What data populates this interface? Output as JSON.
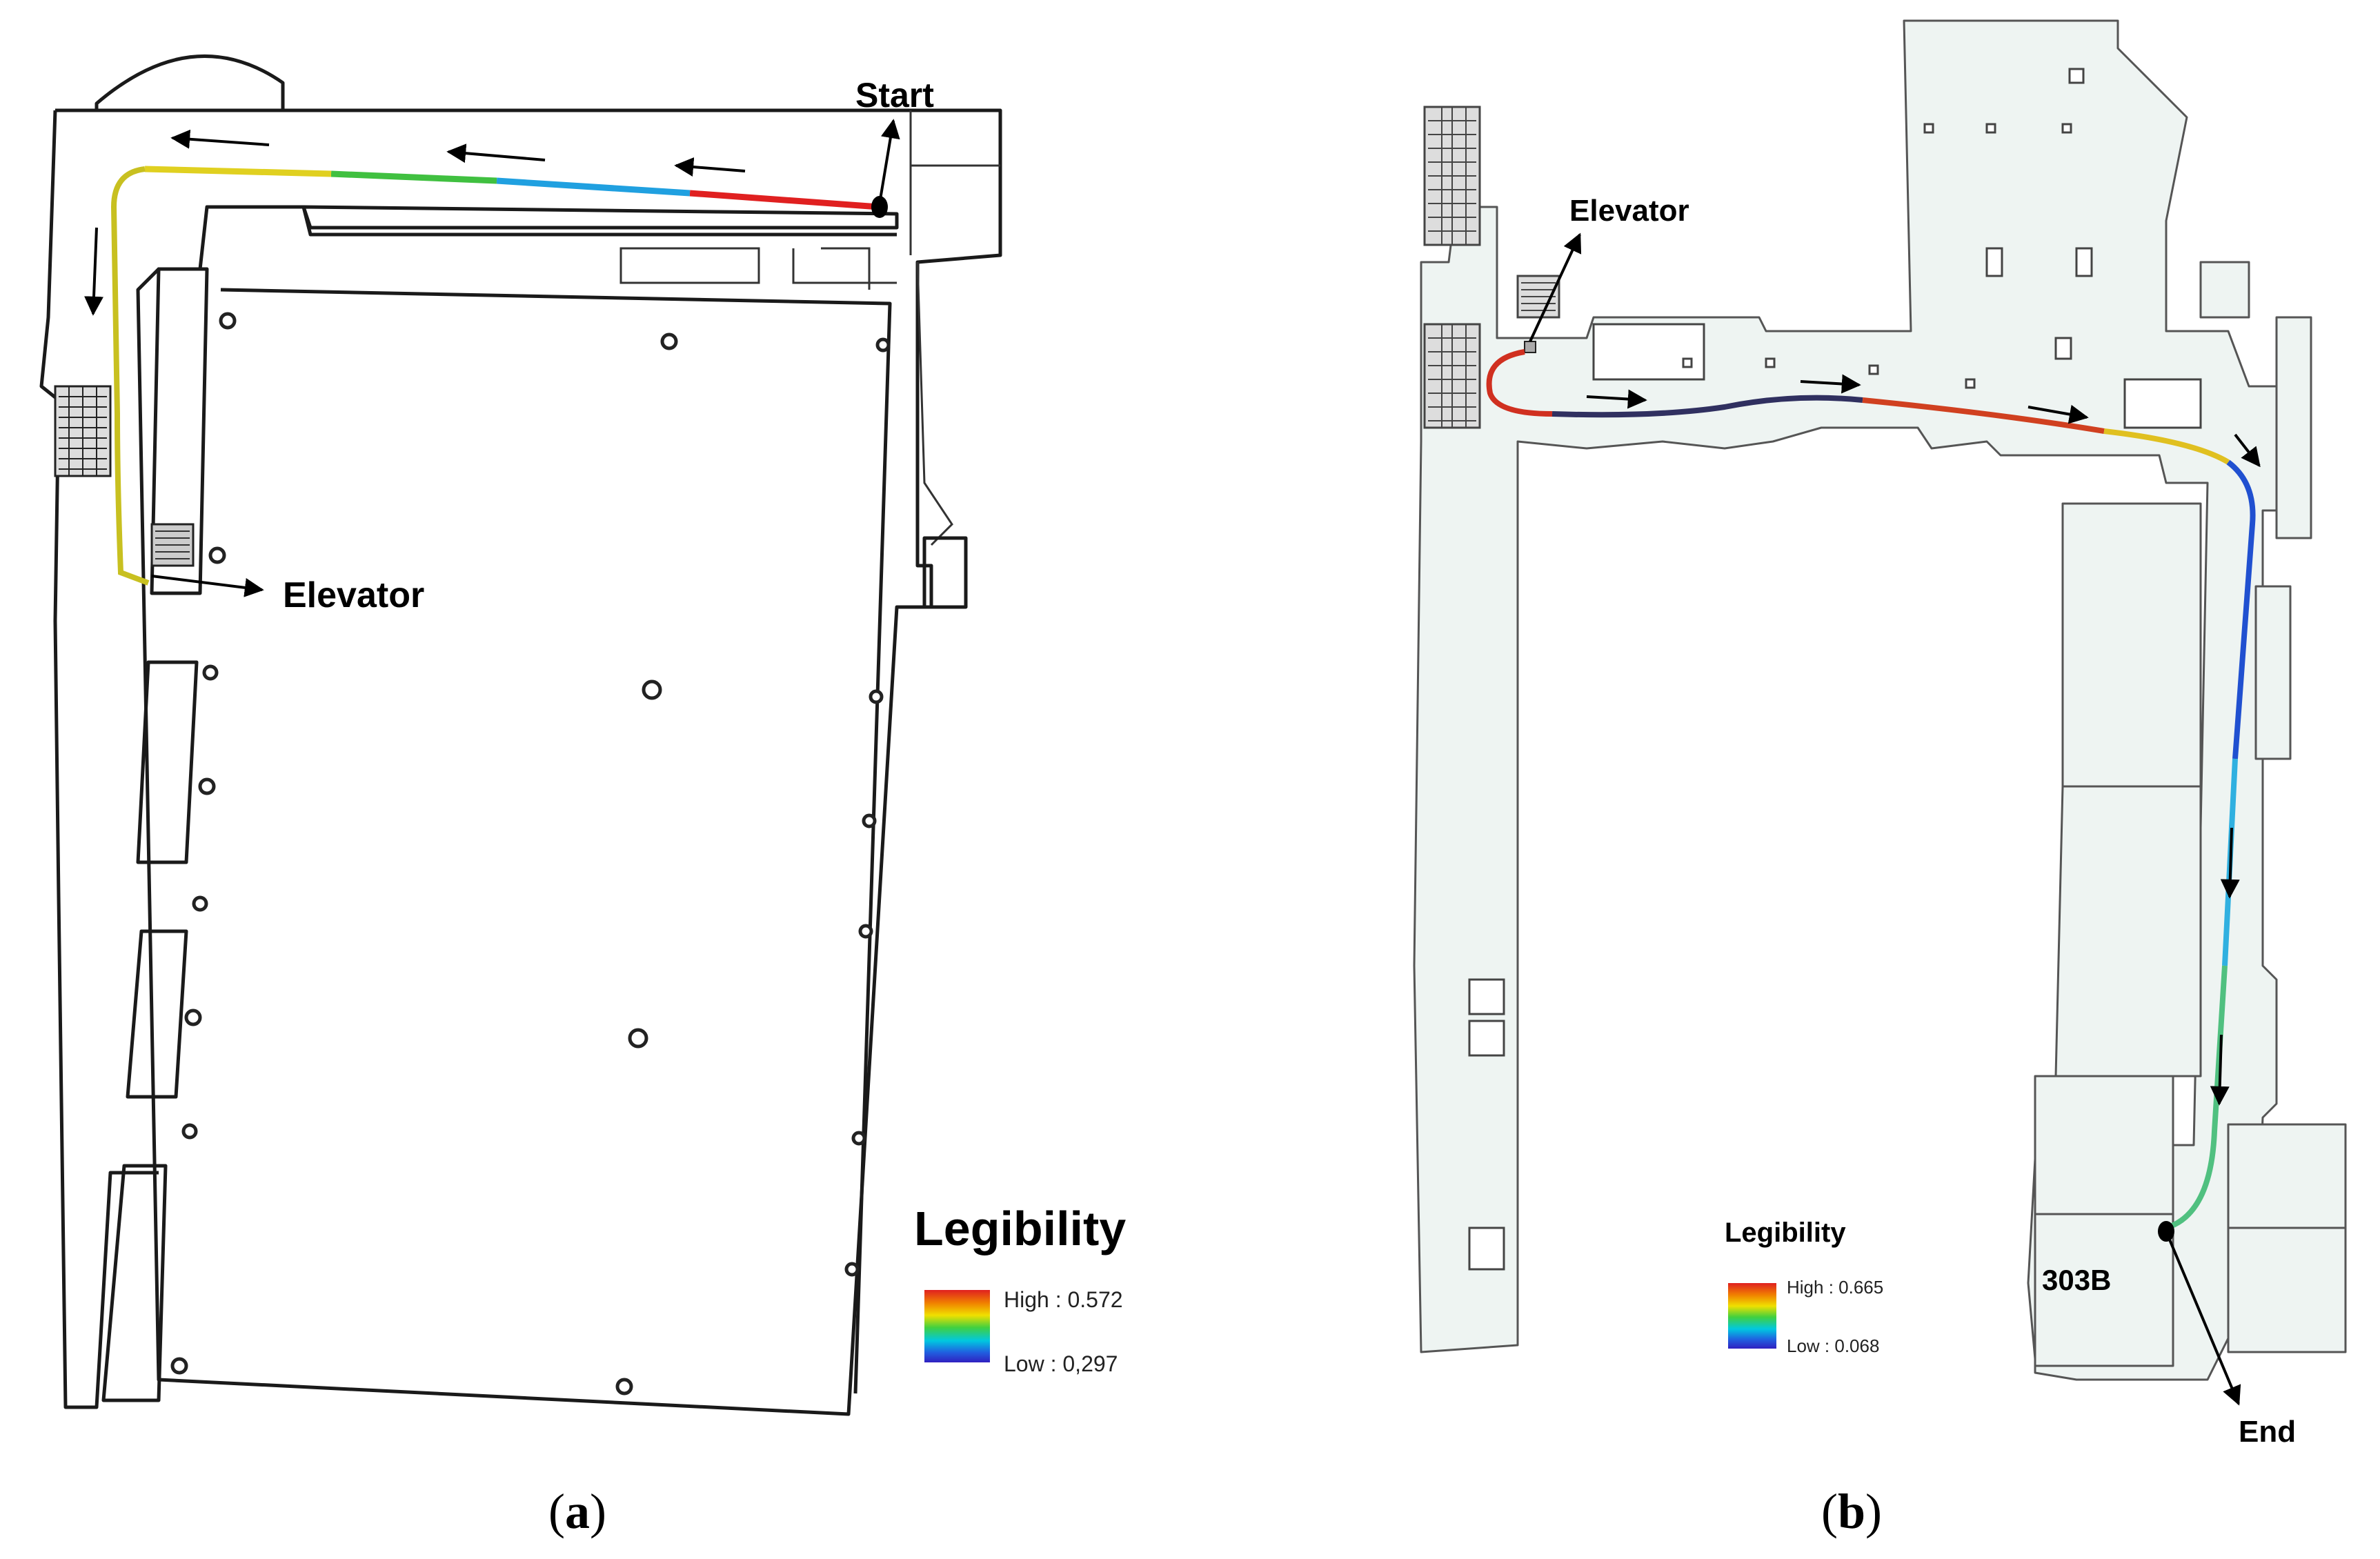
{
  "panel_a": {
    "start_label": "Start",
    "elevator_label": "Elevator",
    "legend": {
      "title": "Legibility",
      "high_label": "High : 0.572",
      "low_label": "Low : 0,297",
      "high": 0.572,
      "low": 0.297,
      "colors": [
        "#e02020",
        "#f0a000",
        "#f0f000",
        "#40d040",
        "#00c0e0",
        "#2050e0",
        "#3020c0"
      ]
    },
    "caption": [
      "(",
      "a",
      ")"
    ]
  },
  "panel_b": {
    "elevator_label": "Elevator",
    "end_label": "End",
    "room_label": "303B",
    "legend": {
      "title": "Legibility",
      "high_label": "High : 0.665",
      "low_label": "Low : 0.068",
      "high": 0.665,
      "low": 0.068,
      "colors": [
        "#e02020",
        "#f0a000",
        "#f0f000",
        "#40d040",
        "#00c0e0",
        "#2050e0",
        "#3020c0"
      ]
    },
    "caption": [
      "(",
      "b",
      ")"
    ]
  },
  "colors": {
    "wall": "#1a1a1a",
    "floor_b": "#eef4f2",
    "route_high": "#e02020",
    "route_low": "#2030c0"
  }
}
